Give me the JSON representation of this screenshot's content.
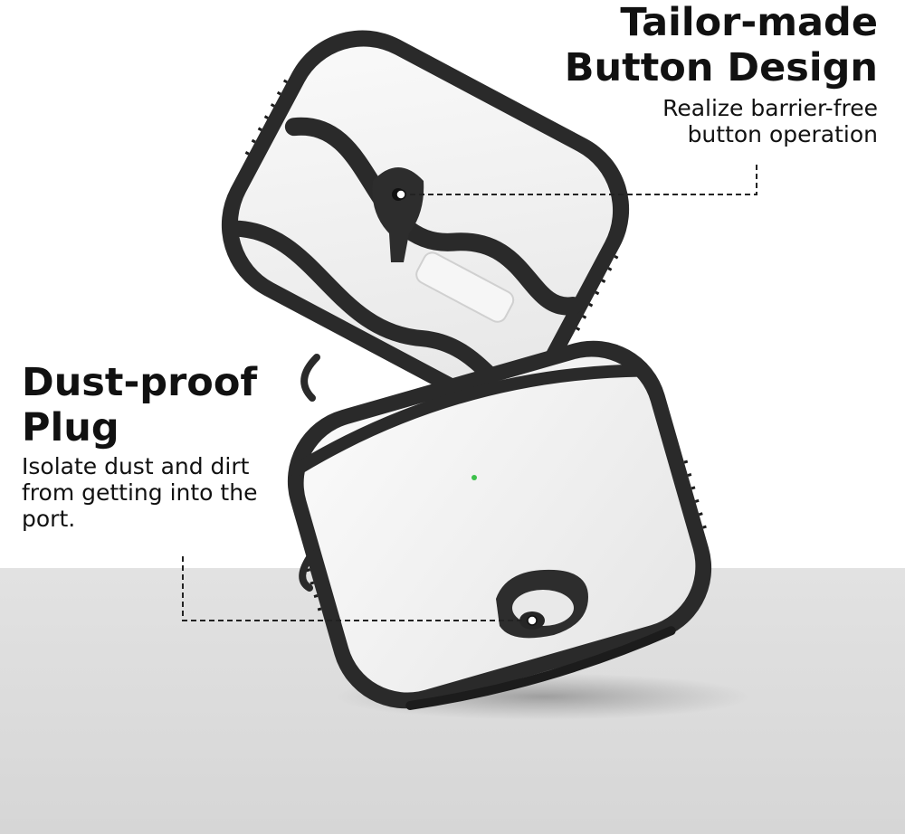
{
  "top_callout": {
    "title_line1": "Tailor-made",
    "title_line2": "Button Design",
    "desc_line1": "Realize barrier-free",
    "desc_line2": "button operation"
  },
  "left_callout": {
    "title_line1": "Dust-proof",
    "title_line2": "Plug",
    "desc_line1": "Isolate dust and dirt",
    "desc_line2": "from getting into the",
    "desc_line3": "port."
  },
  "colors": {
    "background": "#ffffff",
    "floor": "#dcdcdc",
    "bumper": "#2a2a2a",
    "case_body": "#f1f1f1",
    "text": "#111111"
  }
}
